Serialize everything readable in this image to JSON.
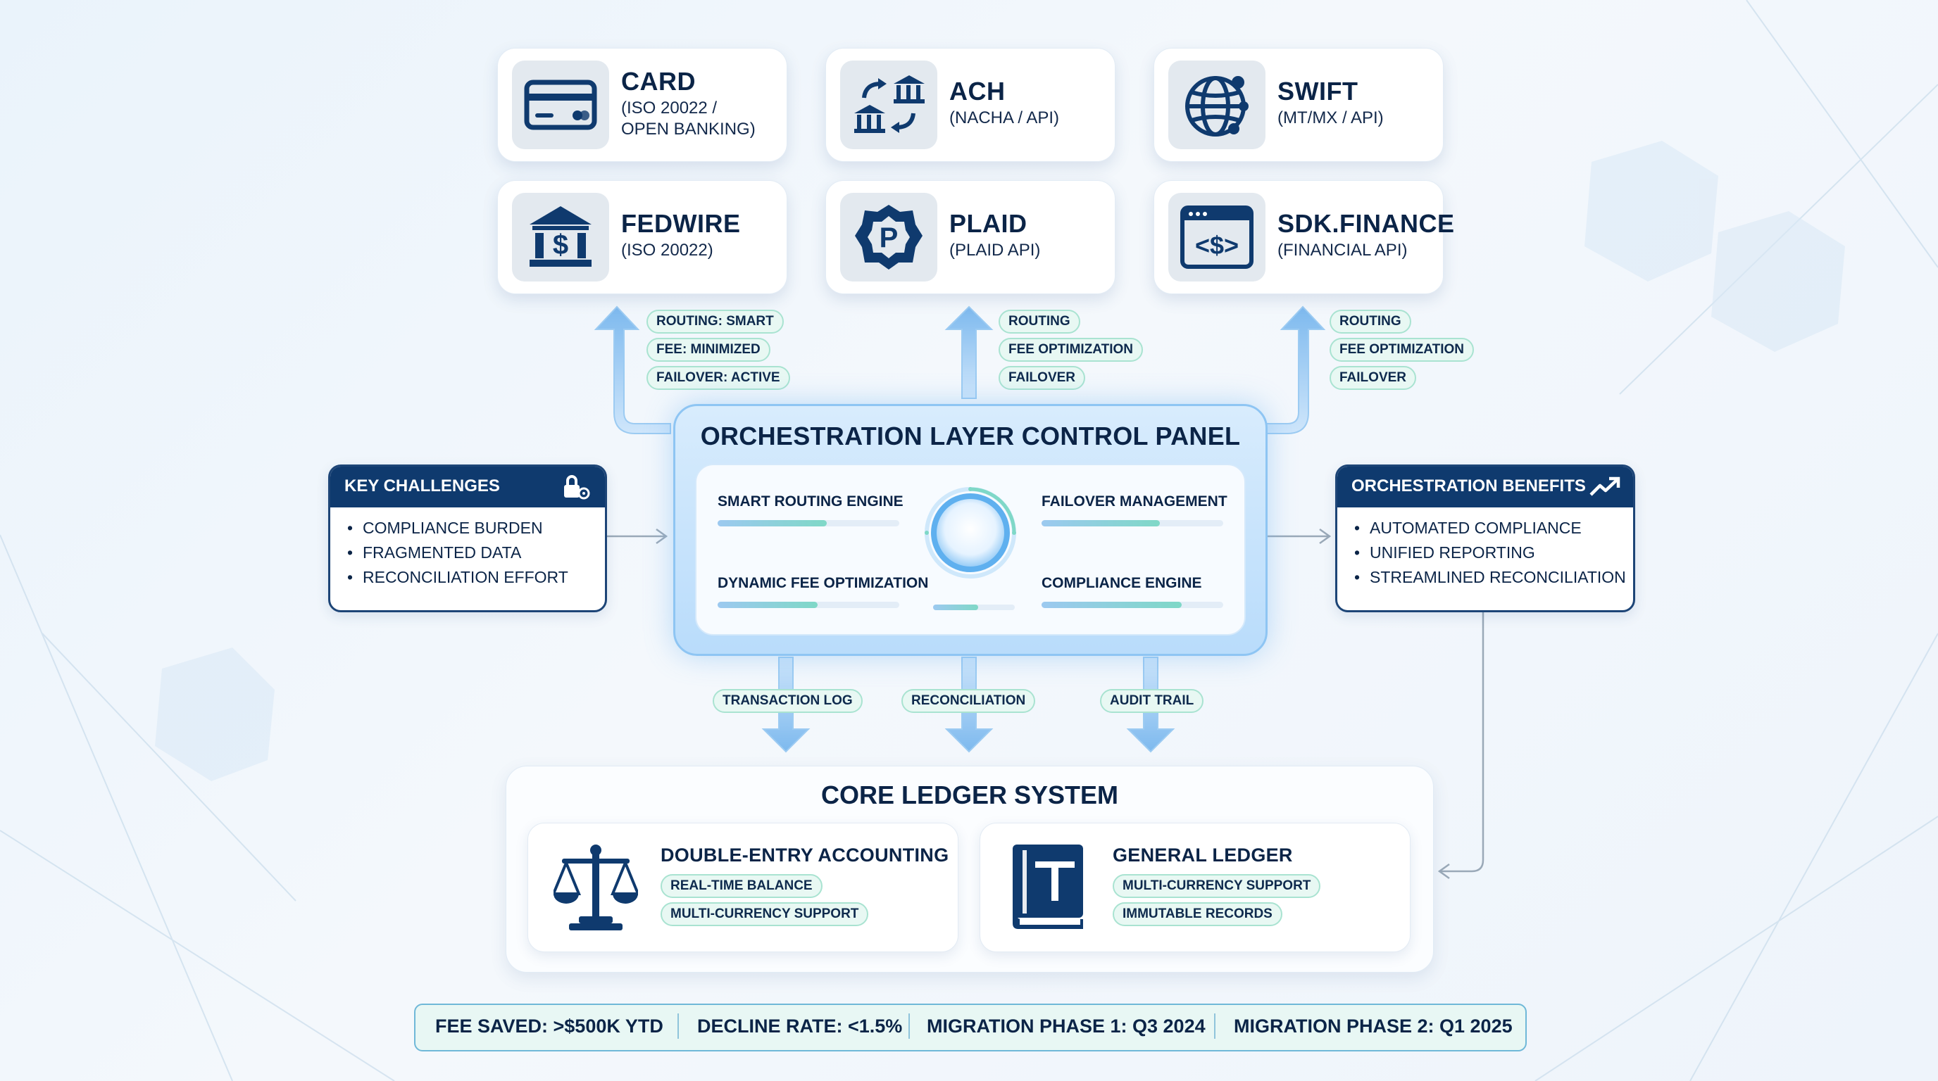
{
  "rails": [
    {
      "name": "CARD",
      "sub": [
        "(ISO 20022 /",
        "OPEN BANKING)"
      ],
      "icon": "card-icon"
    },
    {
      "name": "ACH",
      "sub": [
        "(NACHA / API)"
      ],
      "icon": "bank-transfer-icon"
    },
    {
      "name": "SWIFT",
      "sub": [
        "(MT/MX / API)"
      ],
      "icon": "globe-network-icon"
    },
    {
      "name": "FEDWIRE",
      "sub": [
        "(ISO 20022)"
      ],
      "icon": "bank-dollar-icon"
    },
    {
      "name": "PLAID",
      "sub": [
        "(PLAID API)"
      ],
      "icon": "plaid-logo-icon"
    },
    {
      "name": "SDK.FINANCE",
      "sub": [
        "(FINANCIAL API)"
      ],
      "icon": "code-dollar-window-icon"
    }
  ],
  "up_tags": [
    [
      "ROUTING: SMART",
      "FEE: MINIMIZED",
      "FAILOVER: ACTIVE"
    ],
    [
      "ROUTING",
      "FEE OPTIMIZATION",
      "FAILOVER"
    ],
    [
      "ROUTING",
      "FEE OPTIMIZATION",
      "FAILOVER"
    ]
  ],
  "panel": {
    "title": "ORCHESTRATION LAYER CONTROL PANEL",
    "engines": [
      {
        "label": "SMART ROUTING ENGINE",
        "fill": 0.6
      },
      {
        "label": "FAILOVER MANAGEMENT",
        "fill": 0.65
      },
      {
        "label": "DYNAMIC FEE OPTIMIZATION",
        "fill": 0.55
      },
      {
        "label": "COMPLIANCE ENGINE",
        "fill": 0.77
      }
    ]
  },
  "challenges": {
    "title": "KEY CHALLENGES",
    "items": [
      "COMPLIANCE BURDEN",
      "FRAGMENTED DATA",
      "RECONCILIATION EFFORT"
    ]
  },
  "benefits": {
    "title": "ORCHESTRATION BENEFITS",
    "items": [
      "AUTOMATED COMPLIANCE",
      "UNIFIED REPORTING",
      "STREAMLINED RECONCILIATION"
    ]
  },
  "down_tags": [
    "TRANSACTION LOG",
    "RECONCILIATION",
    "AUDIT TRAIL"
  ],
  "ledger": {
    "title": "CORE LEDGER SYSTEM",
    "cards": [
      {
        "title": "DOUBLE-ENTRY ACCOUNTING",
        "tags": [
          "REAL-TIME BALANCE",
          "MULTI-CURRENCY SUPPORT"
        ],
        "icon": "scales-icon"
      },
      {
        "title": "GENERAL LEDGER",
        "tags": [
          "MULTI-CURRENCY SUPPORT",
          "IMMUTABLE RECORDS"
        ],
        "icon": "ledger-book-icon"
      }
    ]
  },
  "stats": [
    "FEE SAVED: >$500K YTD",
    "DECLINE RATE: <1.5%",
    "MIGRATION PHASE 1: Q3 2024",
    "MIGRATION PHASE 2: Q1 2025"
  ]
}
